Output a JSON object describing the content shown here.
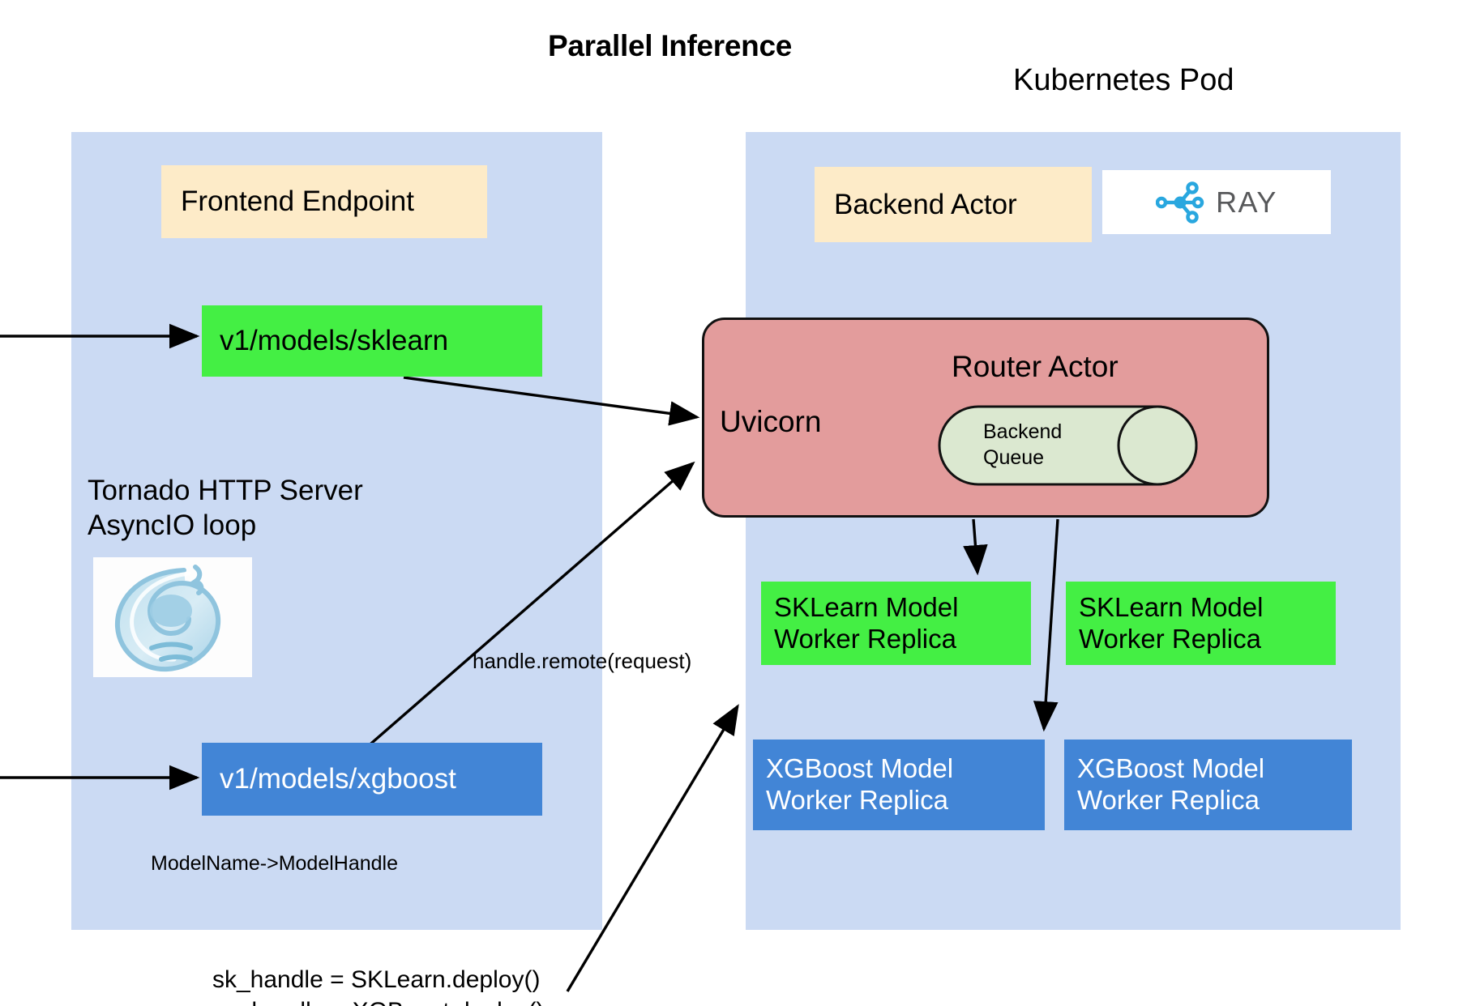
{
  "title": "Parallel Inference",
  "pod_label": "Kubernetes Pod",
  "colors": {
    "panel": "#cbdaf3",
    "cream": "#fdebc8",
    "green": "#44ef44",
    "blue": "#4285d6",
    "router": "#e39c9c",
    "queue": "#dbe8d0",
    "ray_blue": "#29a7df",
    "ray_gray": "#58595b"
  },
  "left_panel": {
    "frontend_endpoint": "Frontend Endpoint",
    "endpoints": [
      {
        "label": "v1/models/sklearn",
        "style": "green"
      },
      {
        "label": "v1/models/xgboost",
        "style": "blue"
      }
    ],
    "server_line1": "Tornado HTTP Server",
    "server_line2": "AsyncIO loop",
    "server_logo_icon": "tornado-logo-icon",
    "mapping_note": "ModelName->ModelHandle"
  },
  "right_panel": {
    "backend_actor": "Backend Actor",
    "ray_logo": {
      "icon": "ray-nodes-icon",
      "word": "RAY"
    },
    "router": {
      "title": "Router Actor",
      "uvicorn": "Uvicorn",
      "queue_line1": "Backend",
      "queue_line2": "Queue"
    },
    "workers": [
      {
        "line1": "SKLearn Model",
        "line2": "Worker Replica",
        "style": "green"
      },
      {
        "line1": "SKLearn Model",
        "line2": "Worker Replica",
        "style": "green"
      },
      {
        "line1": "XGBoost Model",
        "line2": "Worker Replica",
        "style": "blue"
      },
      {
        "line1": "XGBoost Model",
        "line2": "Worker Replica",
        "style": "blue"
      }
    ]
  },
  "annotations": {
    "handle_remote": "handle.remote(request)",
    "deploy_line1": "sk_handle = SKLearn.deploy()",
    "deploy_line2": "xg_handle = XGBoost.deploy()"
  }
}
